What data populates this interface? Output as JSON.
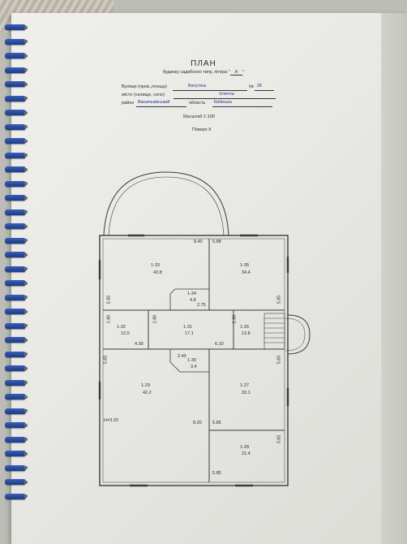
{
  "header": {
    "title": "ПЛАН",
    "subtitle_prefix": "будинку садибного типу, літера \"",
    "litera": "А",
    "subtitle_suffix": "\""
  },
  "address": {
    "street_label": "Вулиця (пров.,площа)",
    "street": "Ватутіна",
    "number_label": "№",
    "number": "26",
    "city_label": "місто (селище, село)",
    "city": "Хлепча",
    "district_label": "район",
    "district": "Васильківський",
    "region_label": "область",
    "region": "Київська"
  },
  "scale": "Масштаб 1:100",
  "floor": "Поверх II",
  "rooms": [
    {
      "id": "1-33",
      "area": "43.8"
    },
    {
      "id": "1-35",
      "area": "34.4"
    },
    {
      "id": "1-34",
      "area": "4.8"
    },
    {
      "id": "1-32",
      "area": "12.0"
    },
    {
      "id": "1-31",
      "area": "17.1"
    },
    {
      "id": "1-26",
      "area": "13.8"
    },
    {
      "id": "1-30",
      "area": "3.4"
    },
    {
      "id": "1-29",
      "area": "42.2"
    },
    {
      "id": "1-27",
      "area": "33.1"
    },
    {
      "id": "1-28",
      "area": "21.4"
    }
  ],
  "dimensions": {
    "d_840": "8.40",
    "d_588": "5.88",
    "d_585_l": "5.85",
    "d_275": "2.75",
    "d_585_r": "5.85",
    "d_280_l": "2.80",
    "d_280_c": "2.80",
    "d_280_r": "2.80",
    "d_430": "4.30",
    "d_610": "6.10",
    "d_240": "2.40",
    "d_565_l": "5.65",
    "d_565_r": "5.65",
    "d_820": "8.20",
    "d_585_b": "5.85",
    "d_365": "3.65",
    "d_585_bb": "5.85",
    "height": "H=3.20"
  }
}
